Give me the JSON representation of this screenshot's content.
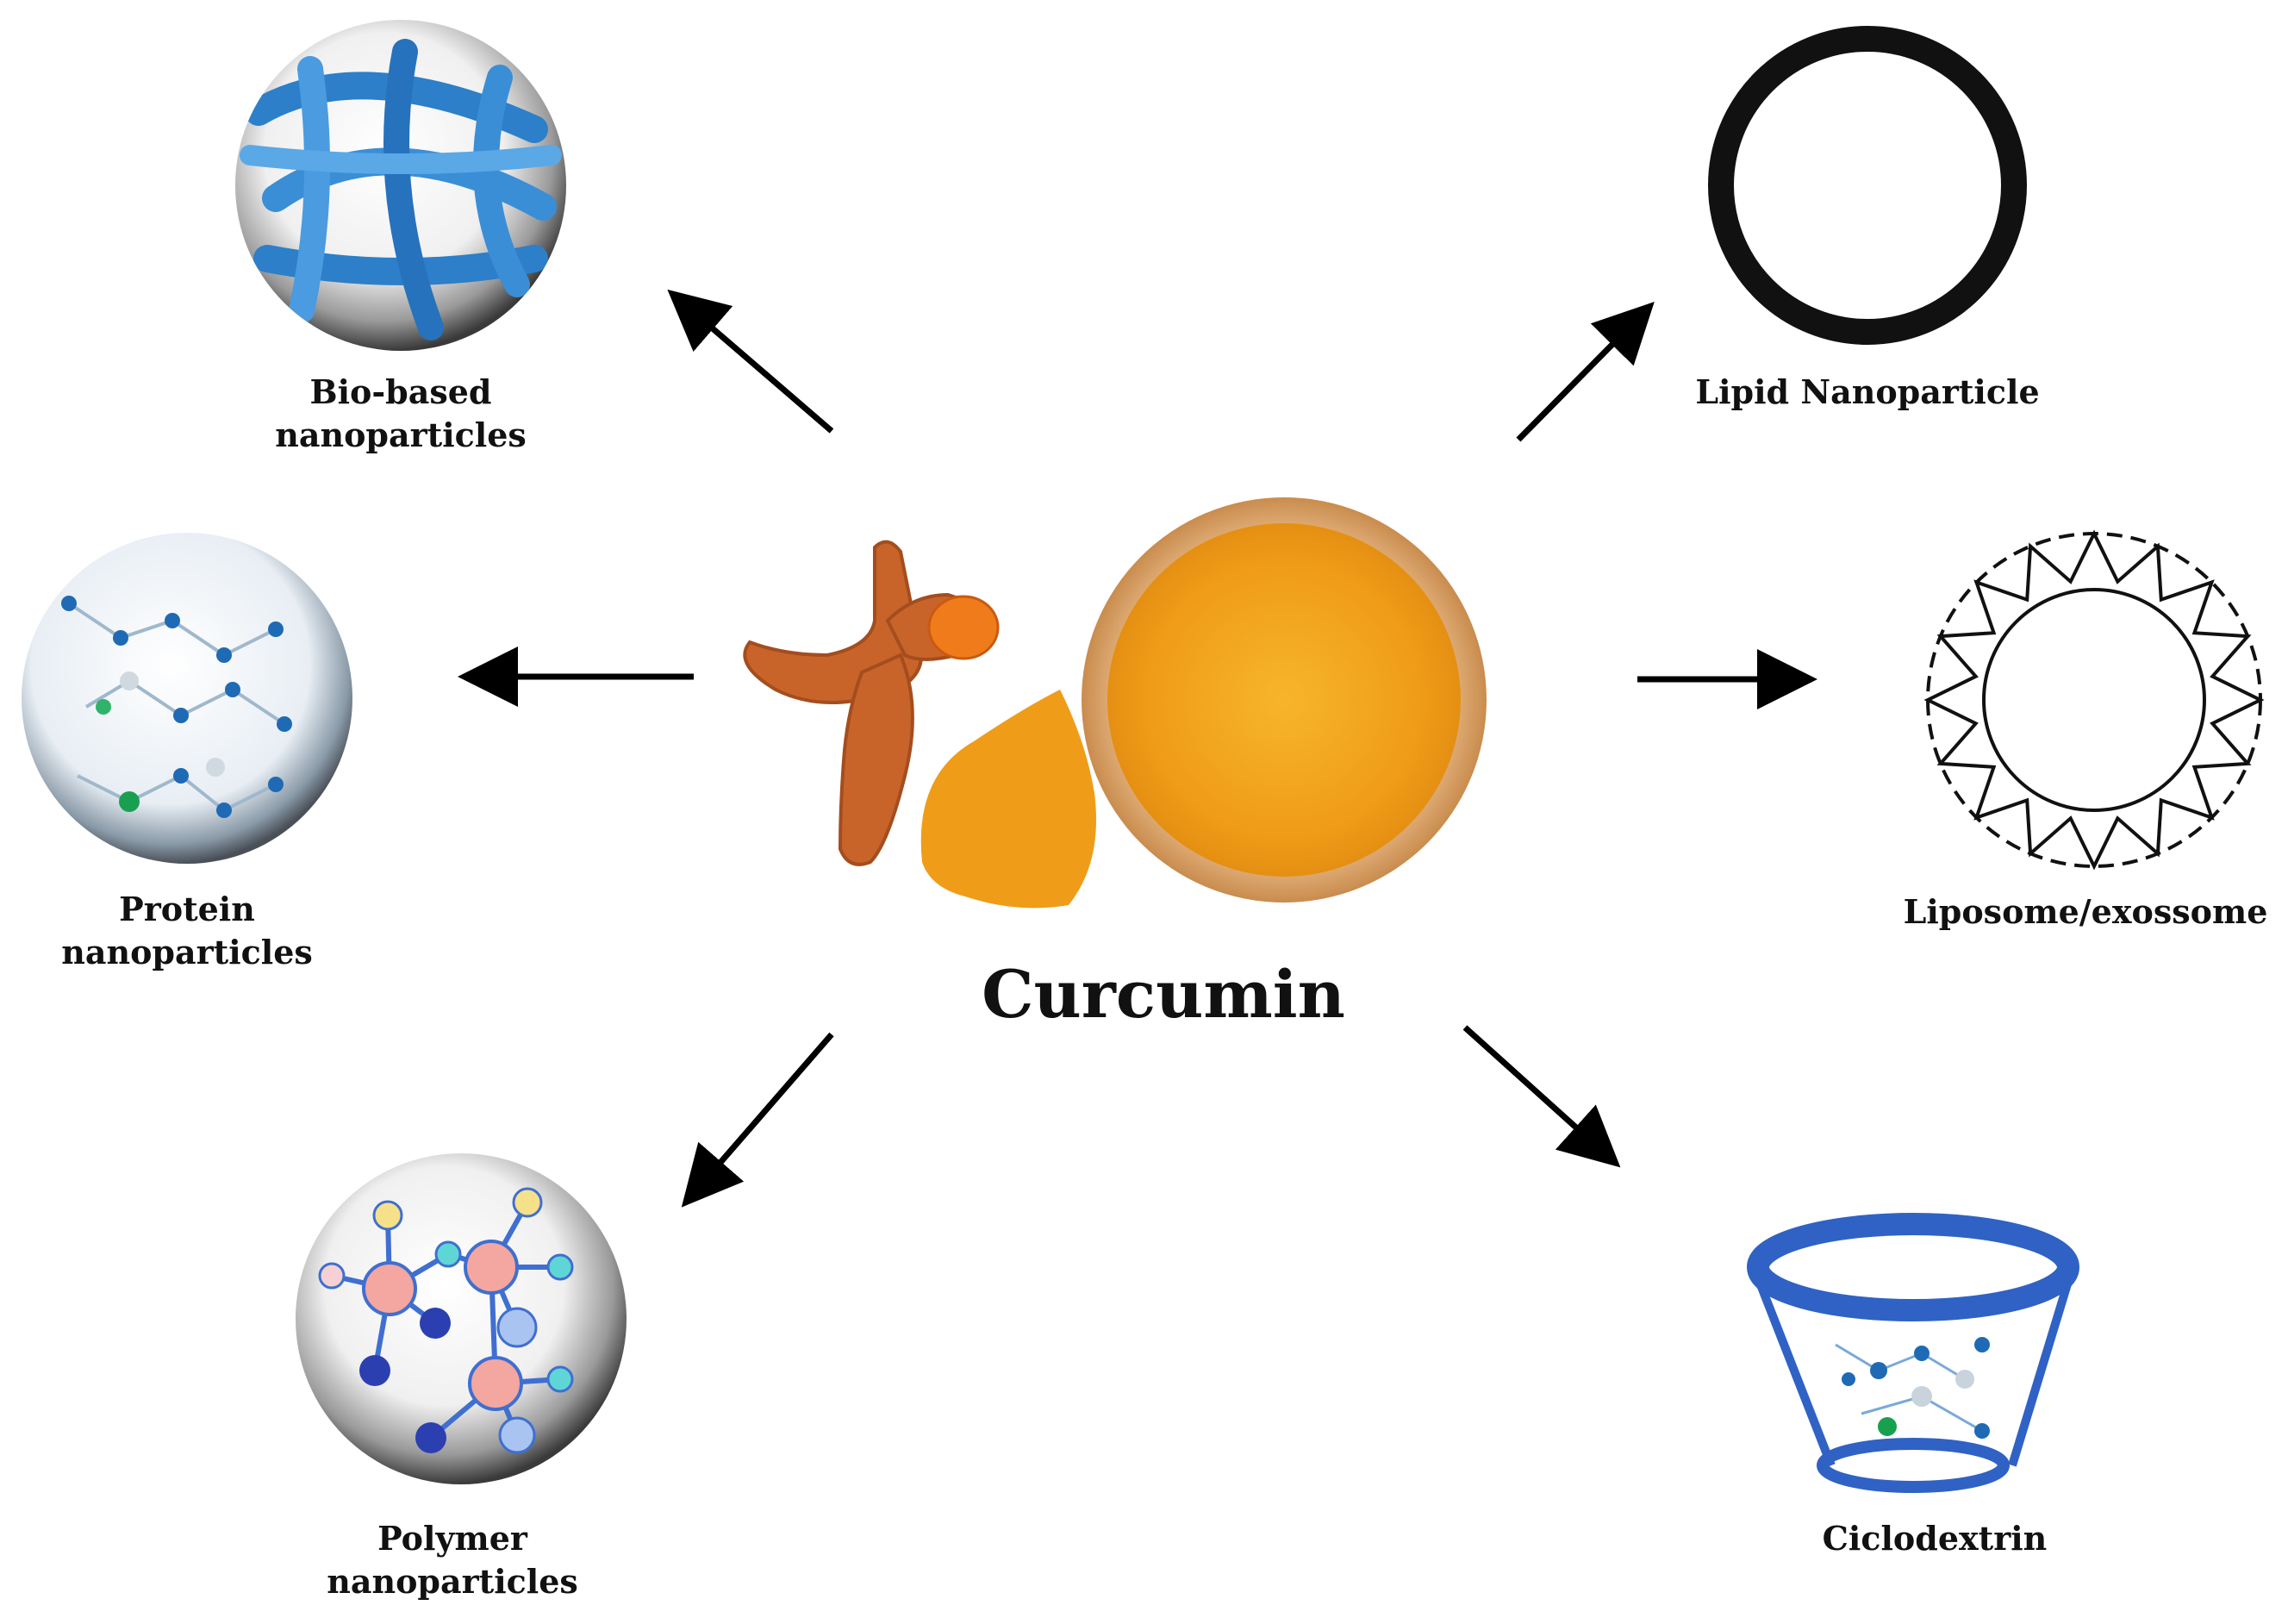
{
  "center": {
    "title": "Curcumin",
    "image": "turmeric-root-and-powder-bowl"
  },
  "nodes": [
    {
      "id": "bio-based",
      "label_lines": [
        "Bio-based",
        "nanoparticles"
      ],
      "icon": "bio-based-nanoparticle-icon"
    },
    {
      "id": "protein",
      "label_lines": [
        "Protein",
        "nanoparticles"
      ],
      "icon": "protein-nanoparticle-icon"
    },
    {
      "id": "polymer",
      "label_lines": [
        "Polymer",
        "nanoparticles"
      ],
      "icon": "polymer-nanoparticle-icon"
    },
    {
      "id": "lipid",
      "label_lines": [
        "Lipid Nanoparticle"
      ],
      "icon": "lipid-nanoparticle-icon"
    },
    {
      "id": "liposome",
      "label_lines": [
        "Liposome/exossome"
      ],
      "icon": "liposome-icon"
    },
    {
      "id": "ciclodextrin",
      "label_lines": [
        "Ciclodextrin"
      ],
      "icon": "cyclodextrin-icon"
    }
  ],
  "colors": {
    "turmeric": "#f0a020",
    "root": "#c8642a",
    "bowl": "#e2b27a",
    "blue": "#2a6fc0",
    "pink": "#f4a6a0",
    "arrow": "#000000"
  }
}
